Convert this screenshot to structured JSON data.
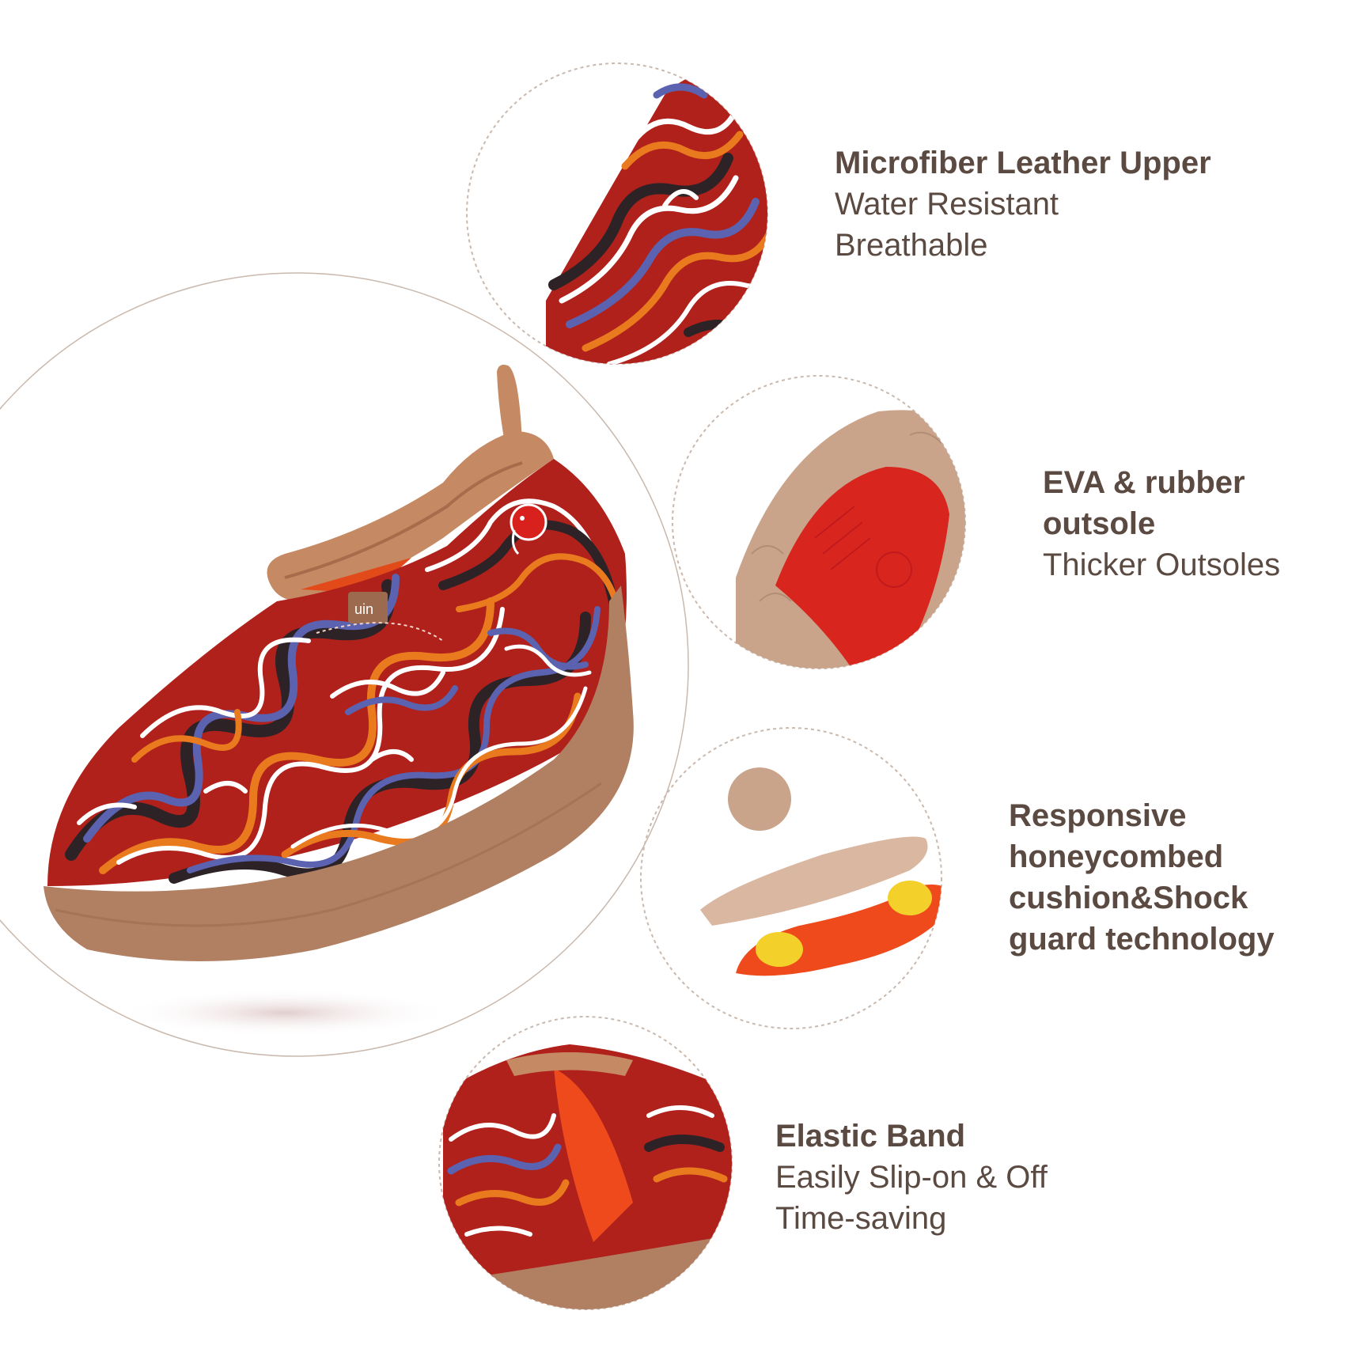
{
  "colors": {
    "text": "#5b4a42",
    "circle_border": "#c9b9ae",
    "sole": "#b17f62",
    "lining": "#c58a63",
    "pattern_red": "#b0211c",
    "pattern_blue": "#5b62b0",
    "pattern_orange": "#e97a1e",
    "pattern_dark": "#2d2327",
    "insole_yellow": "#f3d12a",
    "insole_orange": "#ee4a1c"
  },
  "product": {
    "tag_text": "uin",
    "main_icon": "painted-slip-on-shoe"
  },
  "features": [
    {
      "id": "upper",
      "icon": "microfiber-leather-closeup",
      "title_lines": [
        "Microfiber Leather Upper"
      ],
      "sub_lines": [
        "Water Resistant",
        "Breathable"
      ]
    },
    {
      "id": "outsole",
      "icon": "outsole-closeup",
      "title_lines": [
        "EVA & rubber",
        "outsole"
      ],
      "sub_lines": [
        "Thicker Outsoles"
      ]
    },
    {
      "id": "cushion",
      "icon": "insole-closeup",
      "title_lines": [
        "Responsive",
        "honeycombed",
        "cushion&Shock",
        "guard technology"
      ],
      "sub_lines": []
    },
    {
      "id": "elastic",
      "icon": "elastic-band-closeup",
      "title_lines": [
        "Elastic Band"
      ],
      "sub_lines": [
        "Easily Slip-on & Off",
        "Time-saving"
      ]
    }
  ]
}
